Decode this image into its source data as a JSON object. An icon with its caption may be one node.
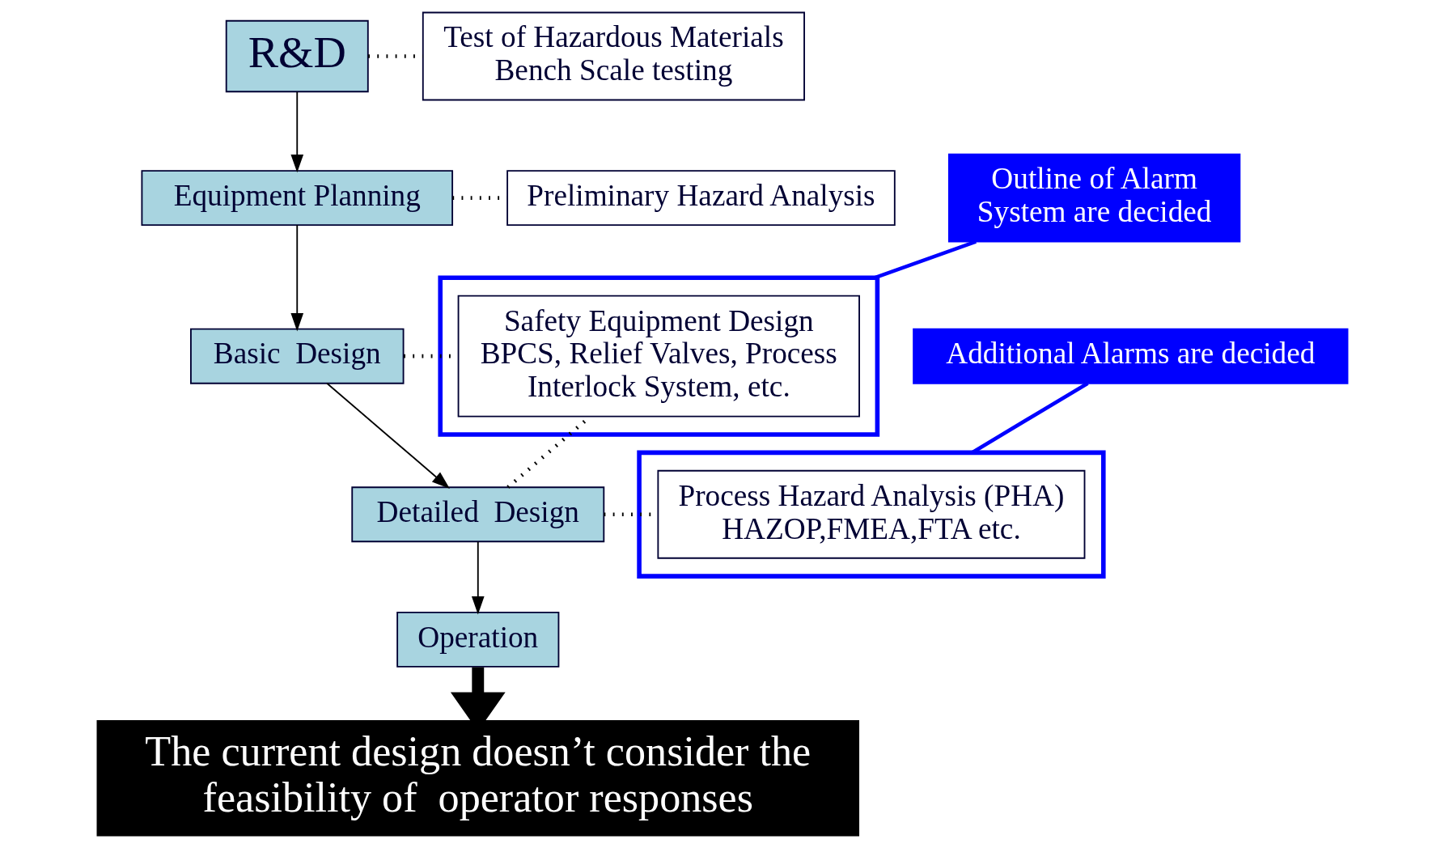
{
  "diagram": {
    "nodes": [
      {
        "text": [
          "R&D"
        ]
      },
      {
        "text": [
          "Equipment Planning"
        ]
      },
      {
        "text": [
          "Basic  Design"
        ]
      },
      {
        "text": [
          "Detailed  Design"
        ]
      },
      {
        "text": [
          "Operation"
        ]
      },
      {
        "text": [
          "Test of Hazardous Materials Bench Scale testing"
        ]
      },
      {
        "text": [
          "Preliminary Hazard Analysis"
        ]
      },
      {
        "text": [],
        "shape": "box"
      },
      {
        "text": [
          "Safety Equipment Design",
          "BPCS, Relief Valves, Process Interlock System, etc."
        ],
        "in": 7
      },
      {
        "text": [],
        "shape": "box"
      },
      {
        "text": [
          "Process Hazard Analysis (PHA)",
          "HAZOP,FMEA,FTA etc."
        ],
        "in": 9
      },
      {
        "text": [
          "Outline of Alarm System are decided"
        ]
      },
      {
        "text": [
          "Additional Alarms are decided"
        ]
      },
      {
        "text": [
          "The current design doesn’t consider the feasibility of  operator responses"
        ]
      }
    ],
    "edges": [
      {
        "from": 0,
        "to": 1,
        "arrow": "to"
      },
      {
        "from": 1,
        "to": 2,
        "arrow": "to"
      },
      {
        "from": 2,
        "to": 3,
        "arrow": "to"
      },
      {
        "from": 3,
        "to": 4,
        "arrow": "to"
      },
      {
        "from": 0,
        "to": 5,
        "arrow": "none",
        "style": "dashed"
      },
      {
        "from": 1,
        "to": 6,
        "arrow": "none",
        "style": "dashed"
      },
      {
        "from": 2,
        "to": 8,
        "arrow": "none",
        "style": "dashed"
      },
      {
        "from": 3,
        "to": 8,
        "arrow": "none",
        "style": "dashed"
      },
      {
        "from": 3,
        "to": 10,
        "arrow": "none",
        "style": "dashed"
      },
      {
        "from": 11,
        "to": 7,
        "arrow": "none",
        "color": "#0000ff"
      },
      {
        "from": 12,
        "to": 9,
        "arrow": "none",
        "color": "#0000ff"
      },
      {
        "from": 4,
        "to": 13,
        "arrow": "to",
        "style": "thick"
      }
    ]
  }
}
